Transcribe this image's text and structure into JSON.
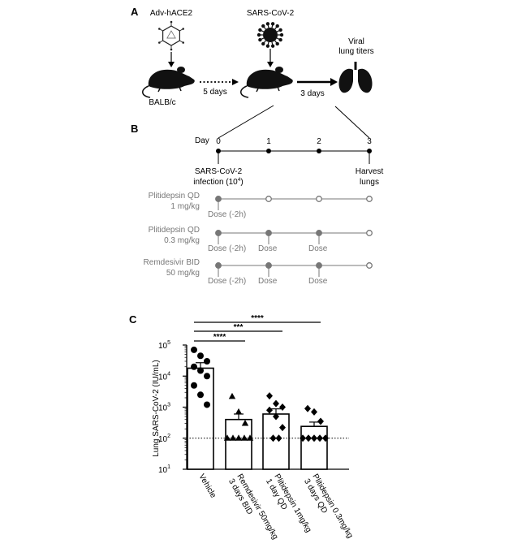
{
  "panel_a": {
    "letter": "A",
    "virus1_label": "Adv-hACE2",
    "virus2_label": "SARS-CoV-2",
    "endpoint_label_line1": "Viral",
    "endpoint_label_line2": "lung titers",
    "strain_label": "BALB/c",
    "interval1_label": "5 days",
    "interval2_label": "3 days",
    "icons": [
      "adenovirus-icon",
      "mouse-icon",
      "coronavirus-icon",
      "mouse-icon",
      "lungs-icon"
    ]
  },
  "panel_b": {
    "letter": "B",
    "axis_title": "Day",
    "days": [
      "0",
      "1",
      "2",
      "3"
    ],
    "start_label_line1": "SARS-CoV-2",
    "start_label_line2": "infection (10",
    "start_label_sup": "4",
    "start_label_tail": ")",
    "end_label_line1": "Harvest",
    "end_label_line2": "lungs",
    "regimens": [
      {
        "name": "Plitidepsin QD",
        "dose": "1 mg/kg",
        "points": [
          "filled",
          "open",
          "open",
          "open"
        ],
        "dose_labels": [
          "Dose (-2h)",
          "",
          "",
          ""
        ]
      },
      {
        "name": "Plitidepsin QD",
        "dose": "0.3 mg/kg",
        "points": [
          "filled",
          "filled",
          "filled",
          "open"
        ],
        "dose_labels": [
          "Dose (-2h)",
          "Dose",
          "Dose",
          ""
        ]
      },
      {
        "name": "Remdesivir BID",
        "dose": "50 mg/kg",
        "points": [
          "filled",
          "filled",
          "filled",
          "open"
        ],
        "dose_labels": [
          "Dose (-2h)",
          "Dose",
          "Dose",
          ""
        ]
      }
    ]
  },
  "chart_data": {
    "type": "bar",
    "letter": "C",
    "ylabel": "Lung SARS-CoV-2 (IU/mL)",
    "yscale": "log",
    "ylim": [
      10,
      100000
    ],
    "yticks": [
      {
        "base": "10",
        "exp": "1"
      },
      {
        "base": "10",
        "exp": "2"
      },
      {
        "base": "10",
        "exp": "3"
      },
      {
        "base": "10",
        "exp": "4"
      },
      {
        "base": "10",
        "exp": "5"
      }
    ],
    "detection_limit": 100,
    "categories": [
      {
        "line1": "Vehicle",
        "line2": "",
        "marker": "circle"
      },
      {
        "line1": "Remdesivir 50mg/kg",
        "line2": "3 days BID",
        "marker": "triangle"
      },
      {
        "line1": "Plitidepsin 1mg/kg",
        "line2": "1 day QD",
        "marker": "diamond"
      },
      {
        "line1": "Plitidepsin 0.3mg/kg",
        "line2": "3 days QD",
        "marker": "diamond"
      }
    ],
    "means": [
      18000,
      400,
      600,
      240
    ],
    "sem_upper": [
      27000,
      600,
      880,
      330
    ],
    "points": [
      [
        70000,
        45000,
        30000,
        20000,
        15000,
        10000,
        5000,
        2500,
        1200
      ],
      [
        2200,
        700,
        300,
        100,
        100,
        100,
        100,
        100
      ],
      [
        2300,
        1300,
        1000,
        800,
        500,
        220,
        100,
        100
      ],
      [
        900,
        700,
        350,
        100,
        100,
        100,
        100,
        100
      ]
    ],
    "significance": [
      {
        "from": 0,
        "to": 1,
        "label": "****"
      },
      {
        "from": 0,
        "to": 2,
        "label": "***"
      },
      {
        "from": 0,
        "to": 3,
        "label": "****"
      }
    ]
  }
}
